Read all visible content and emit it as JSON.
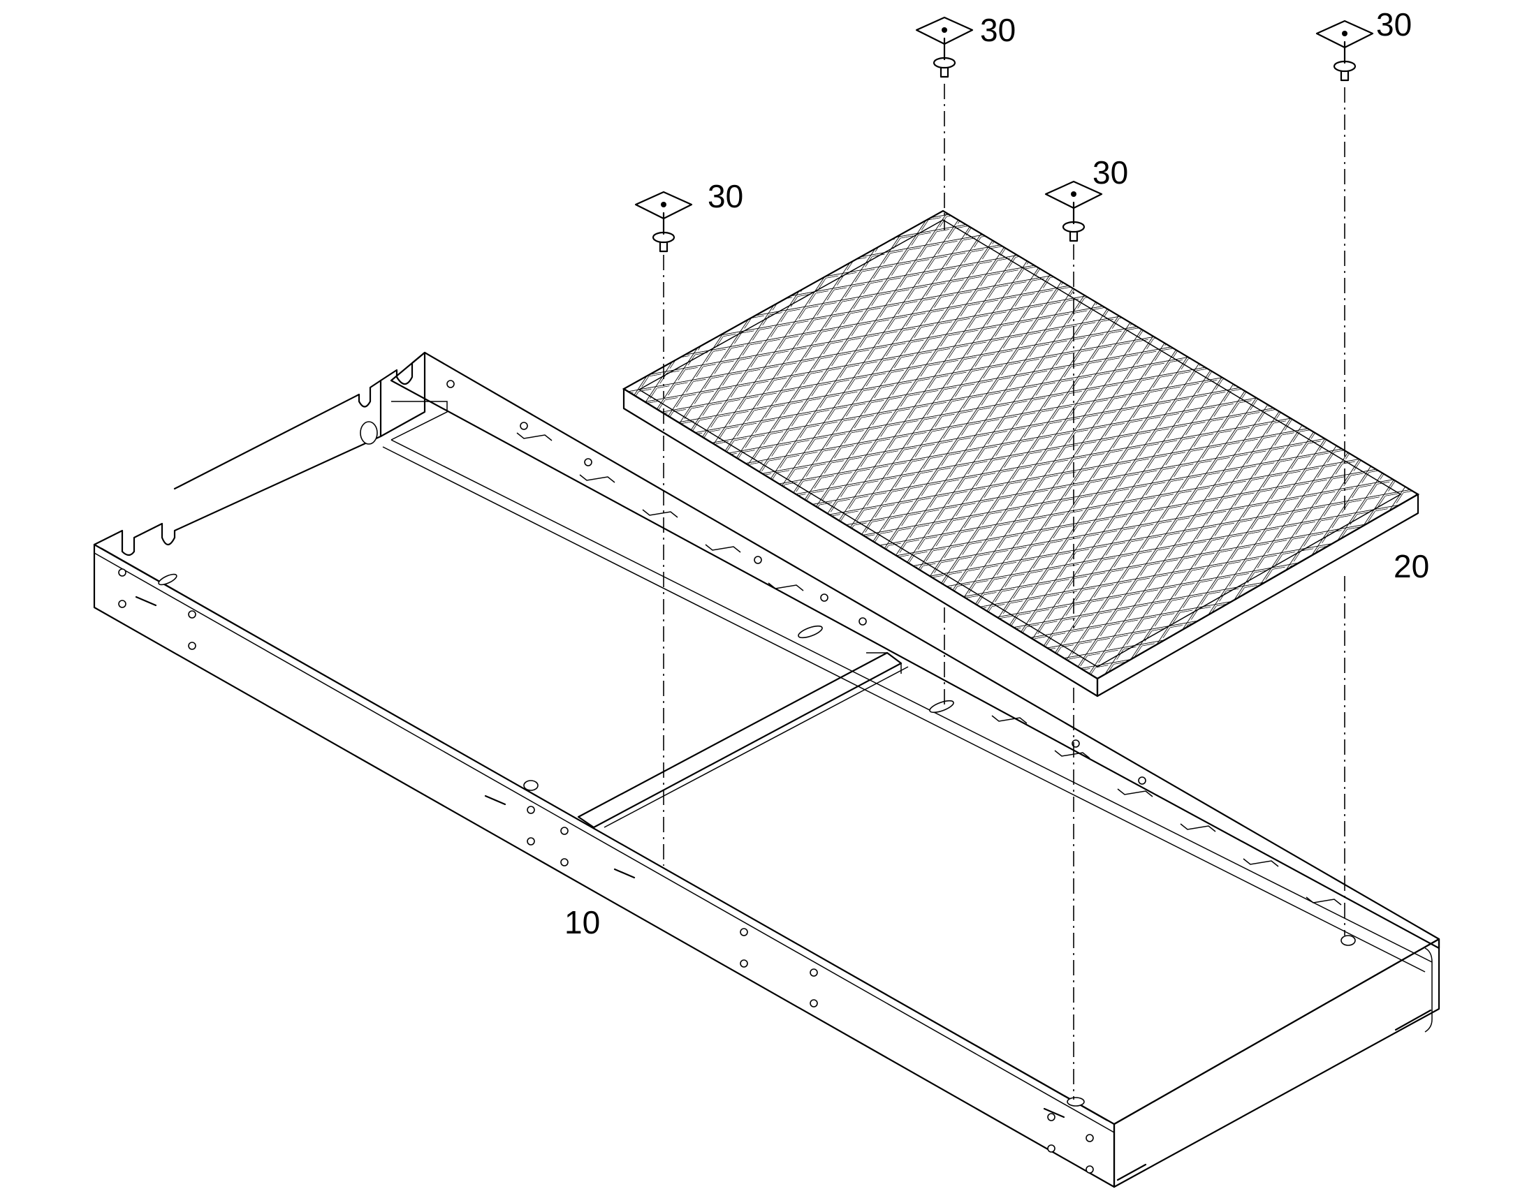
{
  "labels": {
    "frame": "10",
    "grating": "20",
    "fastener_1": "30",
    "fastener_2": "30",
    "fastener_3": "30",
    "fastener_4": "30"
  }
}
